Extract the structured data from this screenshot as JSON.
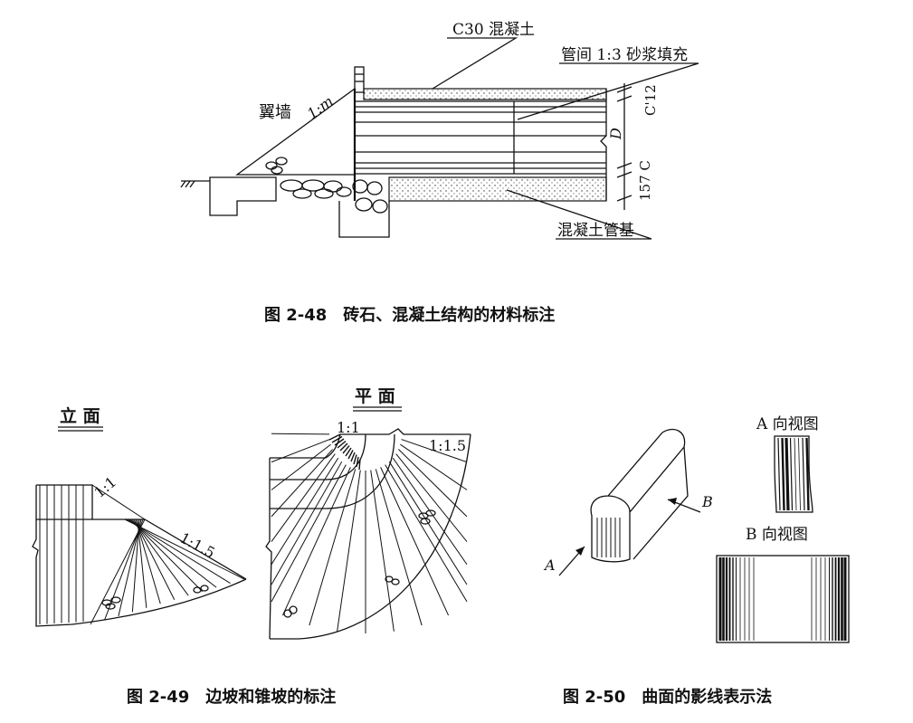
{
  "fig48": {
    "label_c30": "C30 混凝土",
    "label_mortar": "管间 1:3 砂浆填充",
    "label_wingwall": "翼墙",
    "label_slope": "1:m",
    "label_d": "D",
    "label_c_top": "C'12",
    "label_c_bot": "157 C",
    "label_base": "混凝土管基",
    "caption": "图 2-48　砖石、混凝土结构的材料标注"
  },
  "fig49": {
    "elev_title": "立 面",
    "plan_title": "平 面",
    "elev_slope_1": "1:1",
    "elev_slope_2": "1:1.5",
    "plan_slope_1": "1:1",
    "plan_slope_2": "1:1.5",
    "caption": "图 2-49　边坡和锥坡的标注"
  },
  "fig50": {
    "label_a": "A",
    "label_b": "B",
    "view_a": "A 向视图",
    "view_b": "B 向视图",
    "caption": "图 2-50　曲面的影线表示法"
  }
}
